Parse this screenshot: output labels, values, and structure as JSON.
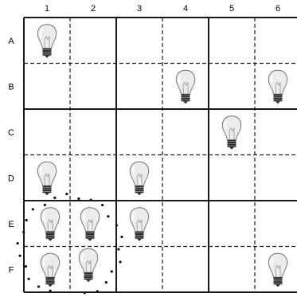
{
  "columns": [
    "1",
    "2",
    "3",
    "4",
    "5",
    "6"
  ],
  "rows": [
    "A",
    "B",
    "C",
    "D",
    "E",
    "F"
  ],
  "bulbs": [
    {
      "row": "A",
      "col": "1"
    },
    {
      "row": "B",
      "col": "4"
    },
    {
      "row": "B",
      "col": "6"
    },
    {
      "row": "C",
      "col": "5"
    },
    {
      "row": "D",
      "col": "1"
    },
    {
      "row": "D",
      "col": "3"
    },
    {
      "row": "E",
      "col": "1"
    },
    {
      "row": "E",
      "col": "2"
    },
    {
      "row": "E",
      "col": "3"
    },
    {
      "row": "F",
      "col": "1"
    },
    {
      "row": "F",
      "col": "2"
    },
    {
      "row": "F",
      "col": "6"
    }
  ],
  "highlighted_group": [
    "E1",
    "E2",
    "F1",
    "F2"
  ],
  "colors": {
    "line": "#1a1a1a",
    "bulb_glass": "#ececec",
    "bulb_base": "#2a2a2a",
    "dots": "#111111"
  }
}
